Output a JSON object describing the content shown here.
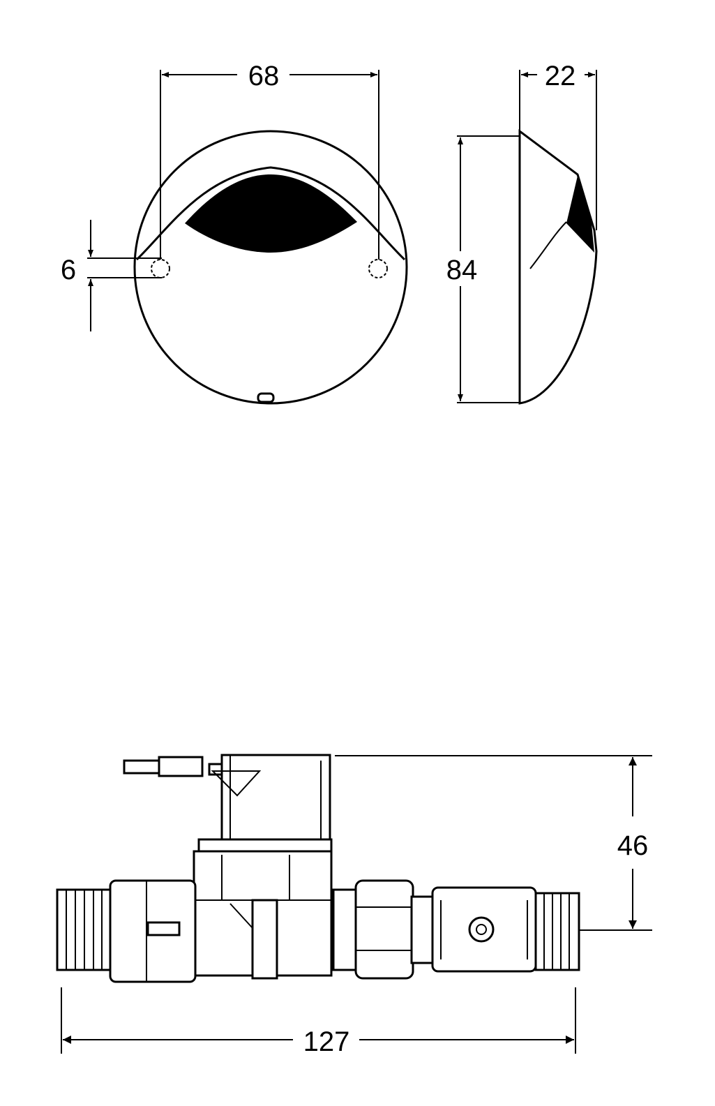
{
  "front_view": {
    "width_label": "68",
    "hole_label": "6"
  },
  "side_view": {
    "depth_label": "22",
    "height_label": "84"
  },
  "valve_view": {
    "height_label": "46",
    "length_label": "127"
  },
  "colors": {
    "line": "#000000",
    "background": "#ffffff"
  }
}
